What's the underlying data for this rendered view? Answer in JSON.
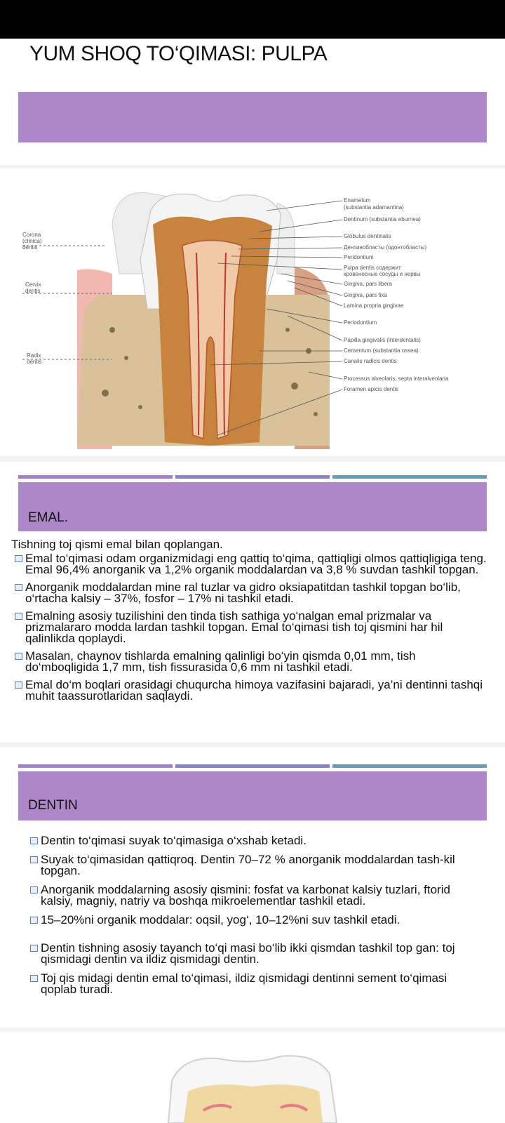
{
  "slide1": {
    "title": "YUM SHOQ TO‘QIMASI: PULPA"
  },
  "slide2": {
    "labels_left": [
      "Corona",
      "(clinica)",
      "dentis",
      "Cervix",
      "dentis",
      "Radix",
      "dentis"
    ],
    "labels_right": [
      "Enamelum",
      "(substantia adamantina)",
      "Dentinum (substantia eburnea)",
      "Globulus dentinalis",
      "Дентинобласты (одонтобласты)",
      "Peridontium",
      "Pulpa dentis содержит",
      "кровеносные сосуды и нервы",
      "Gingiva, pars libera",
      "Gingiva, pars fixa",
      "Lamina propria gingivae",
      "Periodontium",
      "Papilla gingivalis (interdentalis)",
      "Cementum (substantia ossea)",
      "Canalis radicis dentis",
      "Processus alveolaris, septa interalveolaria",
      "Foramen apicis dentis"
    ]
  },
  "slide3": {
    "title": "EMAL.",
    "intro": "Tishning toj qismi emal bilan qoplangan.",
    "bullets": [
      "Emal to‘qimasi  odam organizmidagi eng qattiq to‘qima, qattiqligi olmos qattiqligiga  teng. Emal 96,4% anorganik va 1,2% organik moddalardan va 3,8 % suvdan tashkil topgan.",
      "Anorganik moddalardan mine ral tuzlar va  gidro oksiapatitdan tashkil topgan bo‘lib, o‘rtacha kalsiy – 37%, fosfor – 17% ni tashkil etadi.",
      "Emalning asosiy tuzilishini den tinda tish sathiga yo‘nalgan emal  prizmalar va prizmalararo modda lardan tashkil topgan. Emal to‘qimasi tish toj qismini har hil qalinlikda qoplaydi.",
      "Masalan, chaynov tishlarda emalning qalinligi bo‘yin qismda 0,01 mm, tish do‘mboqligida 1,7 mm, tish fissurasida 0,6 mm ni tashkil etadi.",
      "Emal  do‘m boqlari orasidagi chuqurcha himoya vazifasini bajaradi, ya’ni dentinni tashqi muhit taassurotlaridan saqlaydi."
    ]
  },
  "slide4": {
    "title": "DENTIN",
    "bullets": [
      "Dentin to‘qimasi suyak to‘qimasiga o‘xshab ketadi.",
      "Suyak  to‘qimasidan qattiqroq. Dentin 70–72 % anorganik moddalardan tash-kil topgan.",
      "Anorganik moddalarning asosiy qismini: fosfat va karbonat kalsiy tuzlari, ftorid kalsiy, magniy, natriy va boshqa mikroelementlar tashkil etadi.",
      "15–20%ni organik moddalar: oqsil, yog‘, 10–12%ni suv tashkil etadi.",
      "Dentin tishning asosiy tayanch to‘qi masi bo‘lib ikki qismdan tashkil top gan: toj qismidagi dentin va ildiz qismidagi dentin.",
      "Toj qis midagi dentin emal to‘qimasi, ildiz qismidagi dentinni sement to‘qimasi qoplab turadi."
    ]
  },
  "colors": {
    "accent_purple": "#ad87c8",
    "bar_blue": "#8a83c3",
    "bar_teal": "#6b9cae"
  }
}
